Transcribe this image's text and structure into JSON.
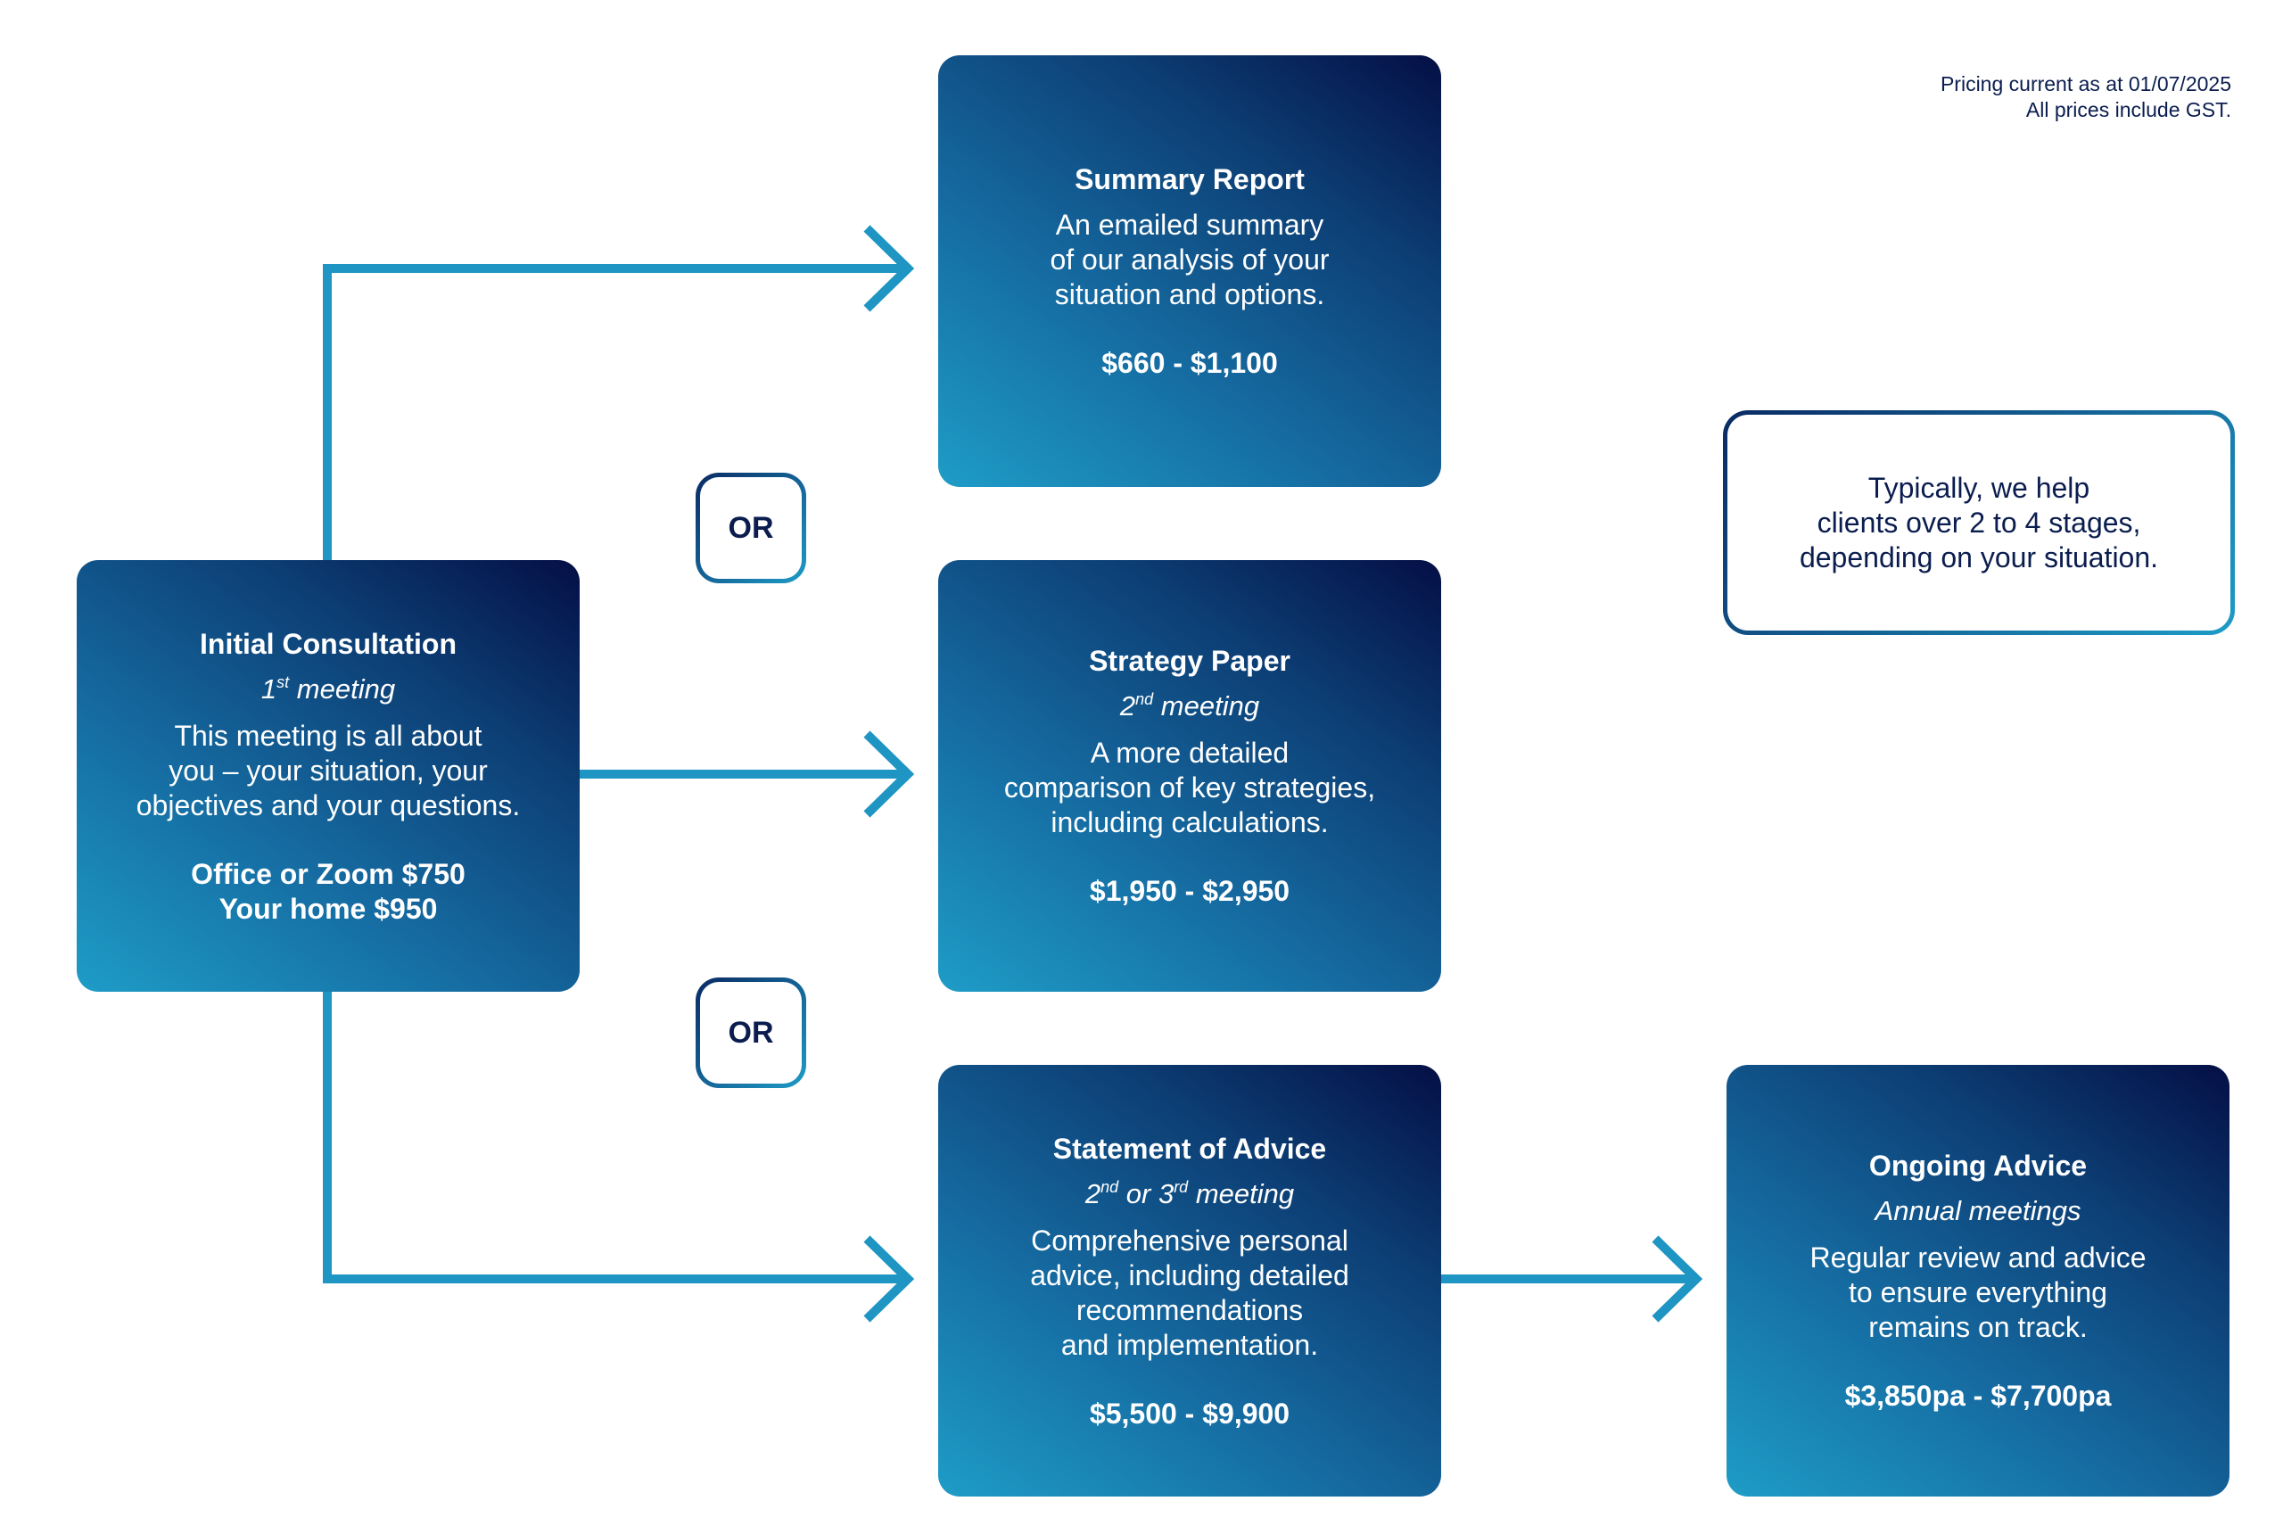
{
  "pricing_note": {
    "line1": "Pricing current as at 01/07/2025",
    "line2": "All prices include GST."
  },
  "initial_consultation": {
    "title": "Initial Consultation",
    "subtitle_ordinal": "1",
    "subtitle_suffix": "st",
    "subtitle_rest": " meeting",
    "description": "This meeting is all about\nyou – your situation, your\nobjectives and your questions.",
    "price": "Office or Zoom $750\nYour home $950"
  },
  "summary_report": {
    "title": "Summary Report",
    "description": "An emailed summary\nof our analysis of your\nsituation and options.",
    "price": "$660 - $1,100"
  },
  "strategy_paper": {
    "title": "Strategy Paper",
    "subtitle_ordinal": "2",
    "subtitle_suffix": "nd",
    "subtitle_rest": " meeting",
    "description": "A more detailed\ncomparison of key strategies,\nincluding calculations.",
    "price": "$1,950 - $2,950"
  },
  "statement_of_advice": {
    "title": "Statement of Advice",
    "subtitle_ordinal_1": "2",
    "subtitle_suffix_1": "nd",
    "subtitle_middle": " or 3",
    "subtitle_suffix_2": "rd",
    "subtitle_rest": " meeting",
    "description": "Comprehensive personal\nadvice, including detailed\nrecommendations\nand implementation.",
    "price": "$5,500 - $9,900"
  },
  "ongoing_advice": {
    "title": "Ongoing Advice",
    "subtitle": "Annual meetings",
    "description": "Regular review and advice\nto ensure everything\nremains on track.",
    "price": "$3,850pa - $7,700pa"
  },
  "or_badges": [
    "OR",
    "OR"
  ],
  "note": {
    "text": "Typically, we help\nclients over 2 to 4 stages,\ndepending on your situation."
  },
  "colors": {
    "connector": "#1e95c2",
    "box_light": "#1e9cc7",
    "box_dark": "#040f45",
    "text_dark": "#0b1d4f"
  }
}
